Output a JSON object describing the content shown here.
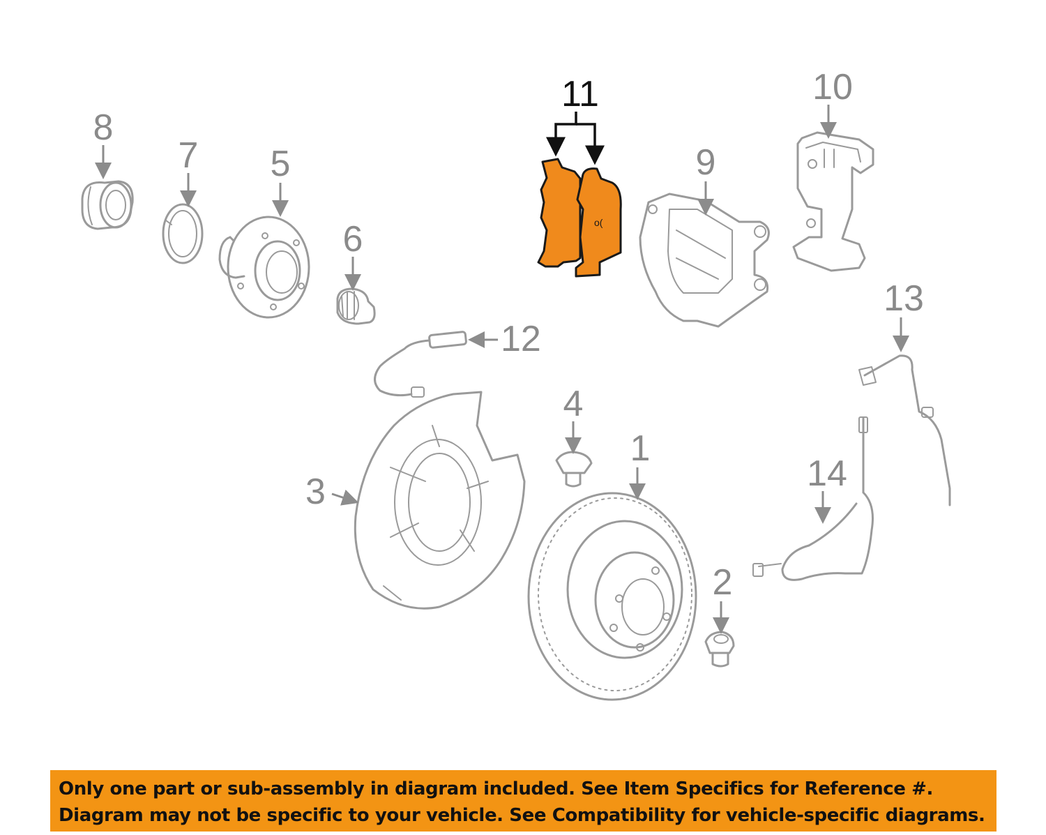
{
  "callouts": {
    "c1": "1",
    "c2": "2",
    "c3": "3",
    "c4": "4",
    "c5": "5",
    "c6": "6",
    "c7": "7",
    "c8": "8",
    "c9": "9",
    "c10": "10",
    "c11": "11",
    "c12": "12",
    "c13": "13",
    "c14": "14"
  },
  "highlighted_part": "11",
  "colors": {
    "highlight": "#f08a1c",
    "banner": "#f39414",
    "line_art": "#9a9a9a"
  },
  "notice": {
    "line1": "Only one part or sub-assembly in diagram included. See Item Specifics for Reference #.",
    "line2": "Diagram may not be specific to your vehicle. See Compatibility for vehicle-specific diagrams."
  }
}
